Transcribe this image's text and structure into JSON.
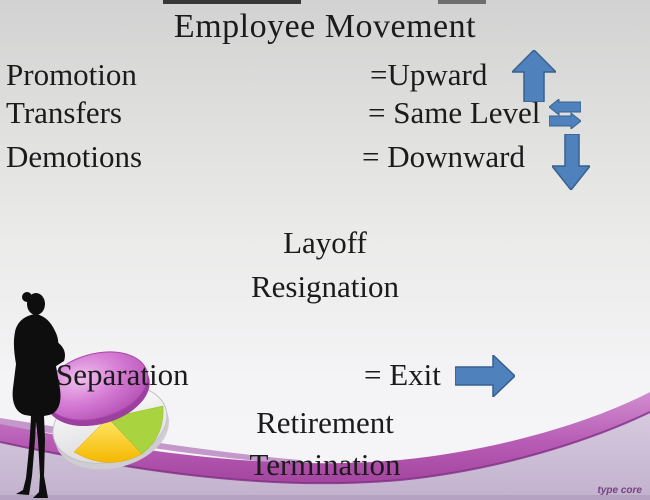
{
  "slide": {
    "title": "Employee Movement",
    "movement_rows": [
      {
        "term": "Promotion",
        "definition": "=Upward"
      },
      {
        "term": "Transfers",
        "definition": "= Same Level"
      },
      {
        "term": "Demotions",
        "definition": "= Downward"
      }
    ],
    "exit_types_upper": [
      "Layoff",
      "Resignation"
    ],
    "separation_row": {
      "term": "Separation",
      "definition": "= Exit"
    },
    "exit_types_lower": [
      "Retirement",
      "Termination"
    ],
    "watermark": "type core"
  },
  "colors": {
    "text": "#1b1b1b",
    "arrow_fill": "#4f81bd",
    "arrow_border": "#37618f",
    "wave_magenta": "#b45ab2",
    "wave_edge": "#7e2d84",
    "wave_lavender": "#cec1d6",
    "pie_magenta": "#c25ac2",
    "pie_green": "#a9d33f",
    "pie_yellow": "#fcc500",
    "silhouette": "#0e0e0e"
  }
}
